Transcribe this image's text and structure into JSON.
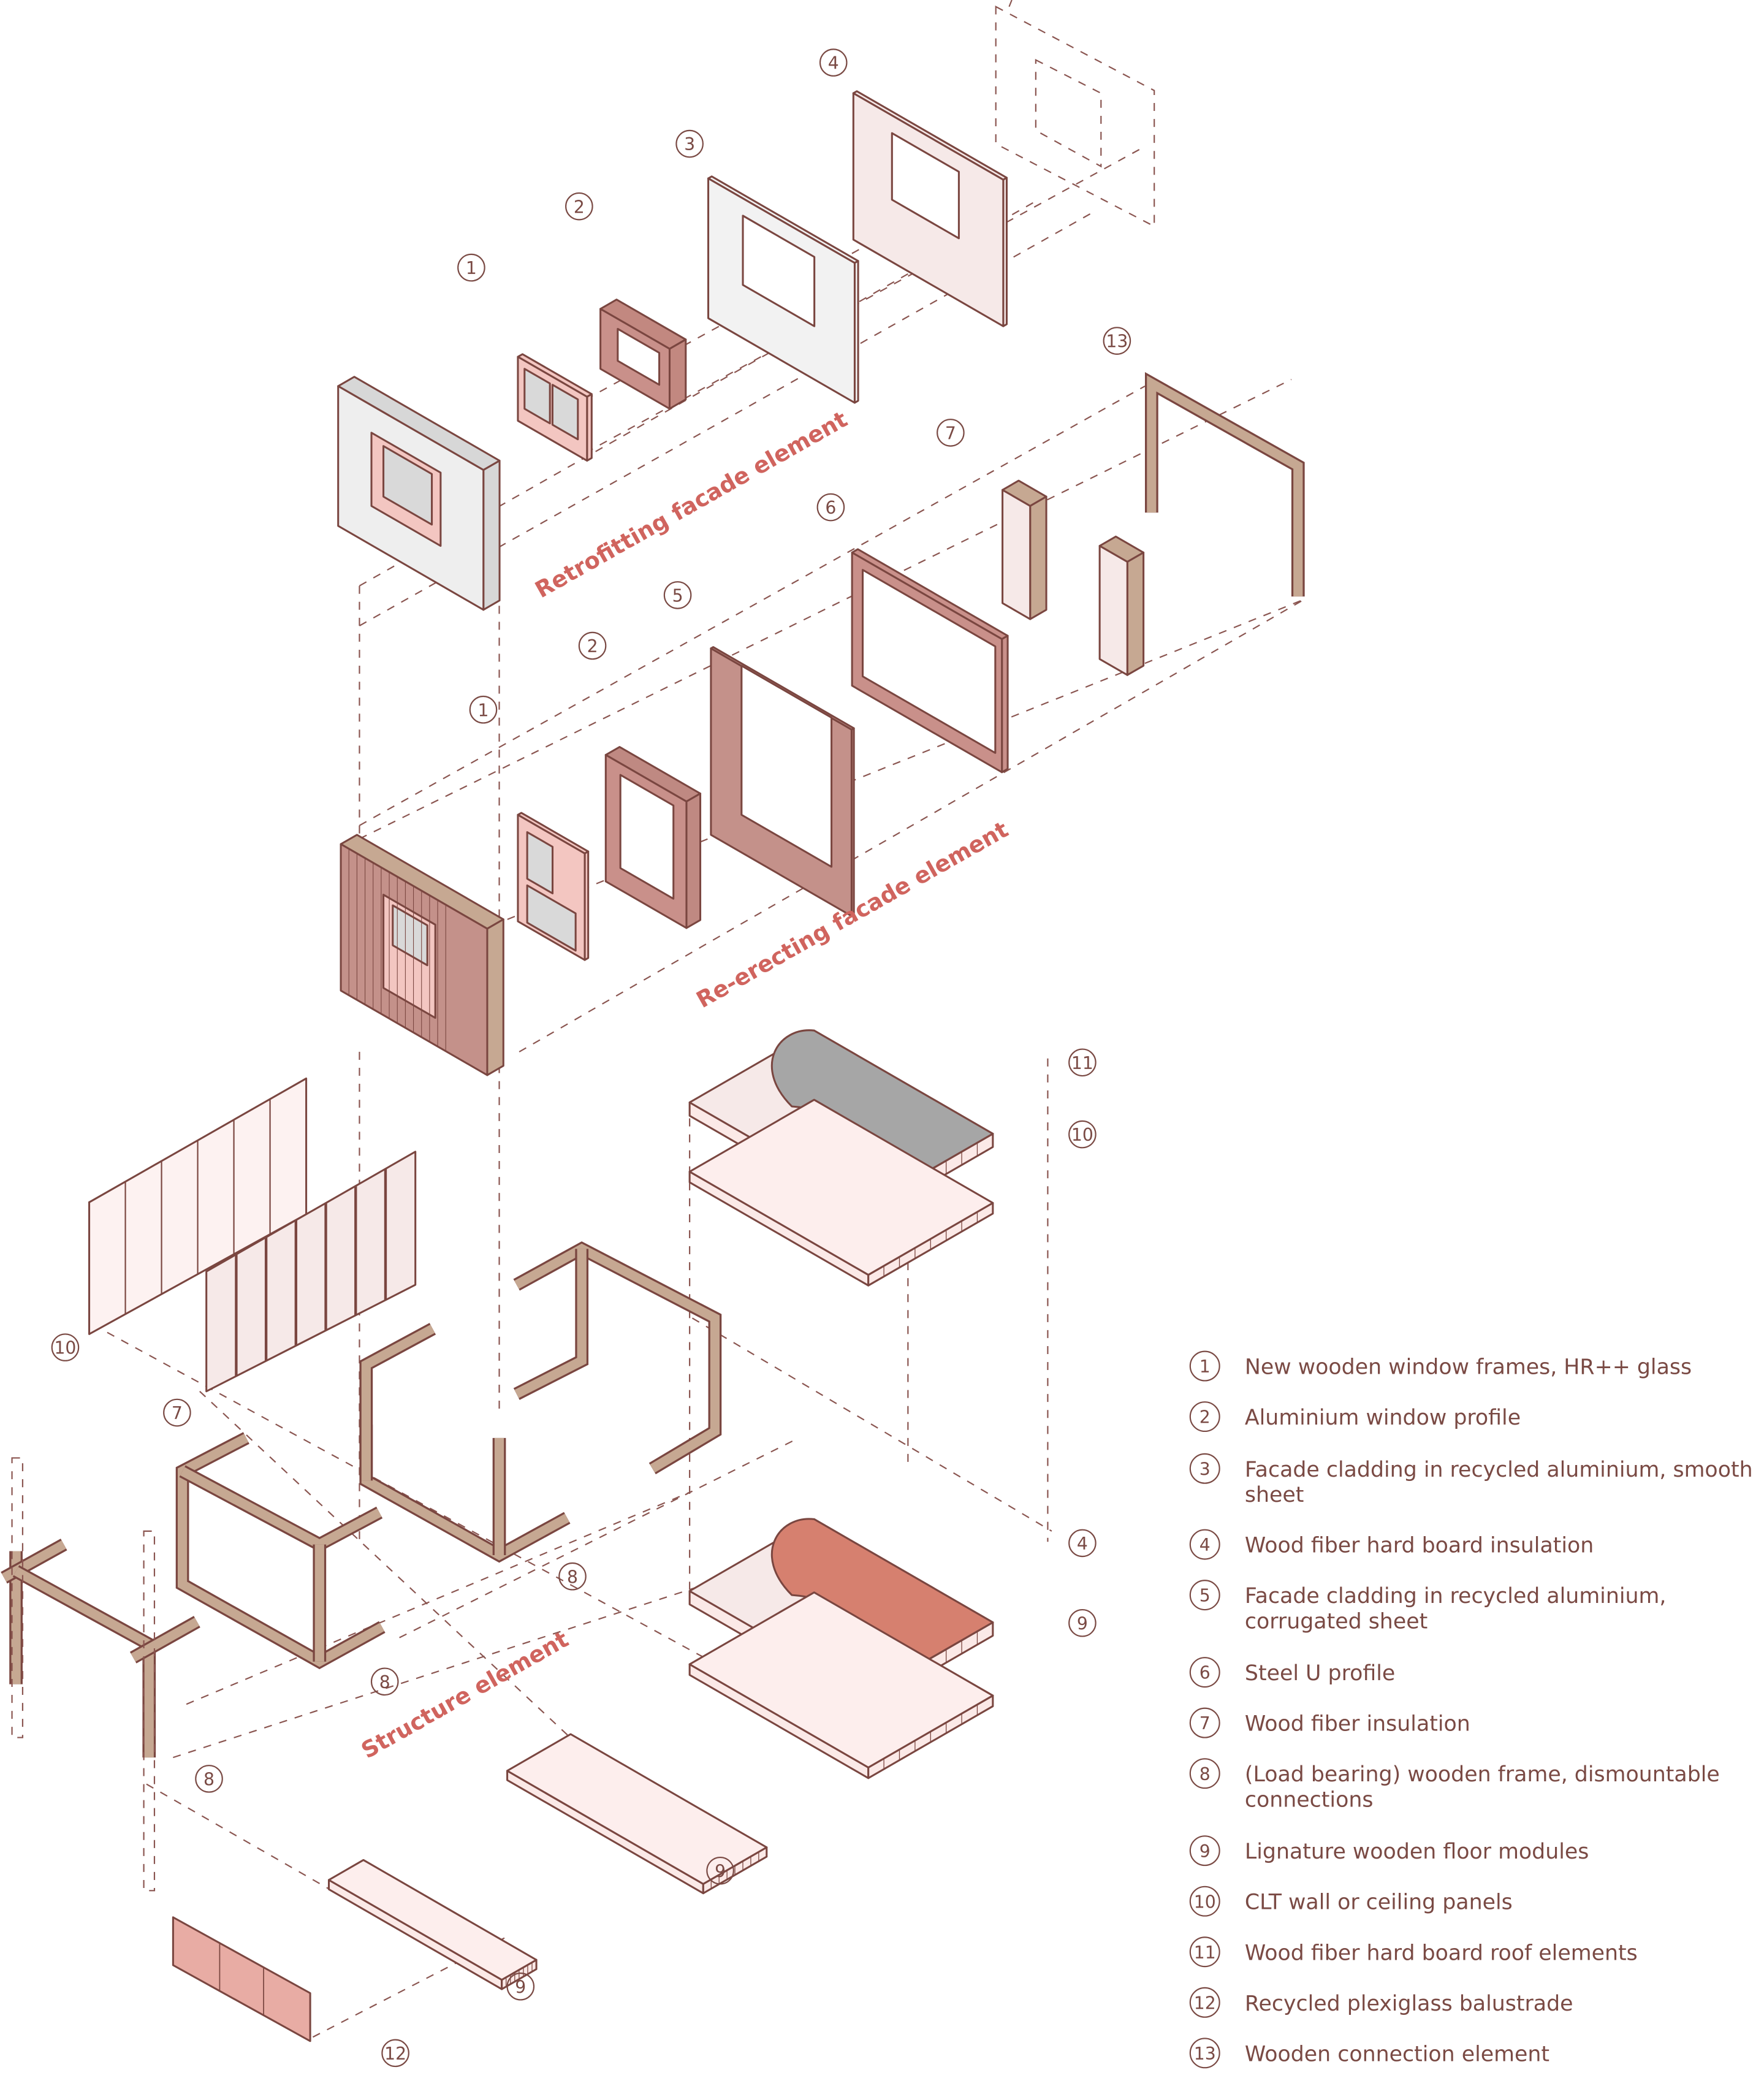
{
  "sections": {
    "retrofitting": "Retrofitting facade element",
    "reerecting": "Re-erecting facade element",
    "structure": "Structure element"
  },
  "callouts": [
    "1",
    "2",
    "3",
    "4",
    "13",
    "7",
    "6",
    "5",
    "2",
    "1",
    "11",
    "10",
    "4",
    "9",
    "10",
    "7",
    "8",
    "8",
    "8",
    "9",
    "9",
    "12"
  ],
  "legend": [
    {
      "num": "1",
      "line1": "New wooden window frames, HR++ glass",
      "line2": ""
    },
    {
      "num": "2",
      "line1": "Aluminium window profile",
      "line2": ""
    },
    {
      "num": "3",
      "line1": "Facade cladding in recycled aluminium, smooth",
      "line2": "sheet"
    },
    {
      "num": "4",
      "line1": "Wood fiber hard board insulation",
      "line2": ""
    },
    {
      "num": "5",
      "line1": "Facade cladding in recycled aluminium,",
      "line2": "corrugated sheet"
    },
    {
      "num": "6",
      "line1": "Steel U profile",
      "line2": ""
    },
    {
      "num": "7",
      "line1": "Wood fiber insulation",
      "line2": ""
    },
    {
      "num": "8",
      "line1": "(Load bearing) wooden frame, dismountable",
      "line2": "connections"
    },
    {
      "num": "9",
      "line1": "Lignature wooden floor modules",
      "line2": ""
    },
    {
      "num": "10",
      "line1": "CLT wall or ceiling panels",
      "line2": ""
    },
    {
      "num": "11",
      "line1": "Wood fiber hard board roof elements",
      "line2": ""
    },
    {
      "num": "12",
      "line1": "Recycled plexiglass balustrade",
      "line2": ""
    },
    {
      "num": "13",
      "line1": "Wooden connection element",
      "line2": ""
    }
  ],
  "colors": {
    "line": "#7a4640",
    "accent": "#d0645e",
    "pink": "#f3c6c1",
    "corrugated": "#c4918a",
    "wood": "#c6a892",
    "insulation": "#f6e9e8",
    "grey": "#a6a6a6",
    "orange": "#d6806f"
  }
}
